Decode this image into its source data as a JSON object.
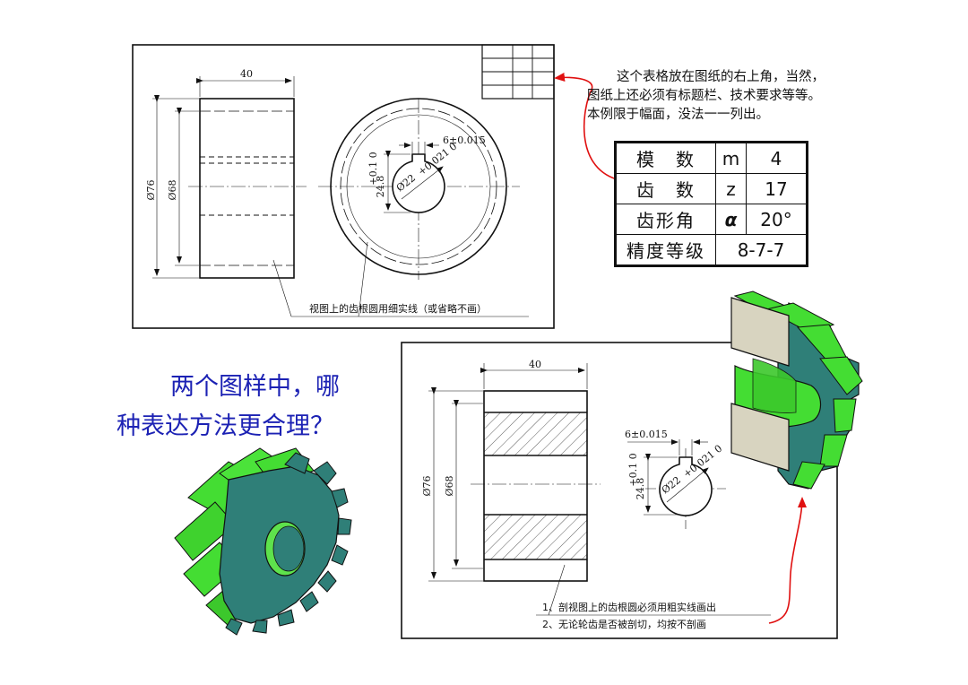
{
  "callout": {
    "line1": "这个表格放在图纸的右上角，当然，",
    "line2": "图纸上还必须有标题栏、技术要求等等。",
    "line3": "本例限于幅面，没法一一列出。"
  },
  "params_table": {
    "rows": [
      {
        "name": "模　数",
        "symbol": "m",
        "value": "4"
      },
      {
        "name": "齿　数",
        "symbol": "z",
        "value": "17"
      },
      {
        "name": "齿形角",
        "symbol": "α",
        "value": "20°"
      },
      {
        "name": "精度等级",
        "value": "8-7-7"
      }
    ]
  },
  "question": {
    "line1": "两个图样中，哪",
    "line2": "种表达方法更合理？"
  },
  "drawing1": {
    "width_dim": "40",
    "outer_dia": "Ø76",
    "root_dia": "Ø68",
    "keyway_width": "6±0.015",
    "keyway_depth": "24.8",
    "keyway_depth_tol": "+0.1 0",
    "bore_dia": "Ø22",
    "bore_tol": "+0.021 0",
    "note": "视图上的齿根圆用细实线（或省略不画）"
  },
  "drawing2": {
    "width_dim": "40",
    "outer_dia": "Ø76",
    "root_dia": "Ø68",
    "keyway_width": "6±0.015",
    "keyway_depth": "24.8",
    "keyway_depth_tol": "+0.1 0",
    "bore_dia": "Ø22",
    "bore_tol": "+0.021 0",
    "note1": "1、剖视图上的齿根圆必须用粗实线画出",
    "note2": "2、无论轮齿是否被剖切，均按不剖画"
  },
  "colors": {
    "gear_green": "#44dd33",
    "gear_teal": "#2f7f78",
    "arrow_red": "#e01010",
    "question_blue": "#1c22b4"
  }
}
